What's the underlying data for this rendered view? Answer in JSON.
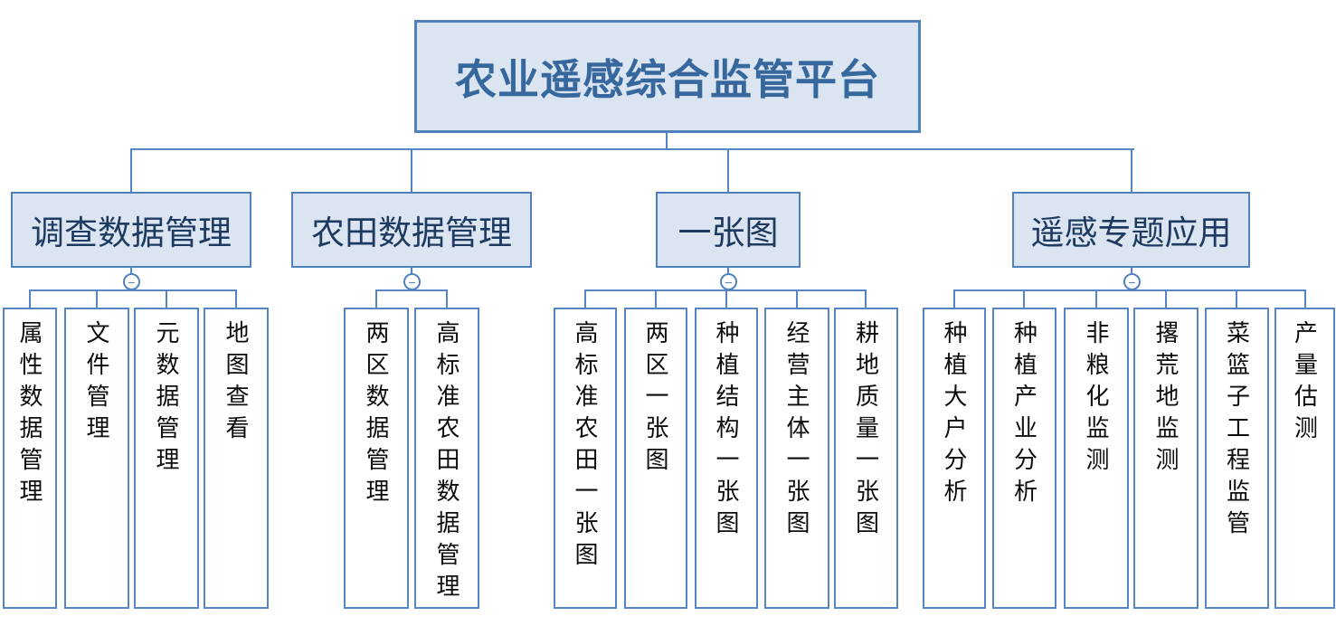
{
  "palette": {
    "node_fill": "#dbe5f1",
    "node_border": "#4f81bd",
    "connector": "#5585c5",
    "root_text": "#36679d",
    "branch_text": "#1e3a60",
    "leaf_text": "#0d0d0d",
    "background": "#ffffff"
  },
  "ui": {
    "collapse_glyph": "−"
  },
  "root": {
    "label": "农业遥感综合监管平台"
  },
  "branches": [
    {
      "label": "调查数据管理",
      "children": [
        "属性数据管理",
        "文件管理",
        "元数据管理",
        "地图查看"
      ]
    },
    {
      "label": "农田数据管理",
      "children": [
        "两区数据管理",
        "高标准农田数据管理"
      ]
    },
    {
      "label": "一张图",
      "children": [
        "高标准农田一张图",
        "两区一张图",
        "种植结构一张图",
        "经营主体一张图",
        "耕地质量一张图"
      ]
    },
    {
      "label": "遥感专题应用",
      "children": [
        "种植大户分析",
        "种植产业分析",
        "非粮化监测",
        "撂荒地监测",
        "菜篮子工程监管",
        "产量估测"
      ]
    }
  ]
}
